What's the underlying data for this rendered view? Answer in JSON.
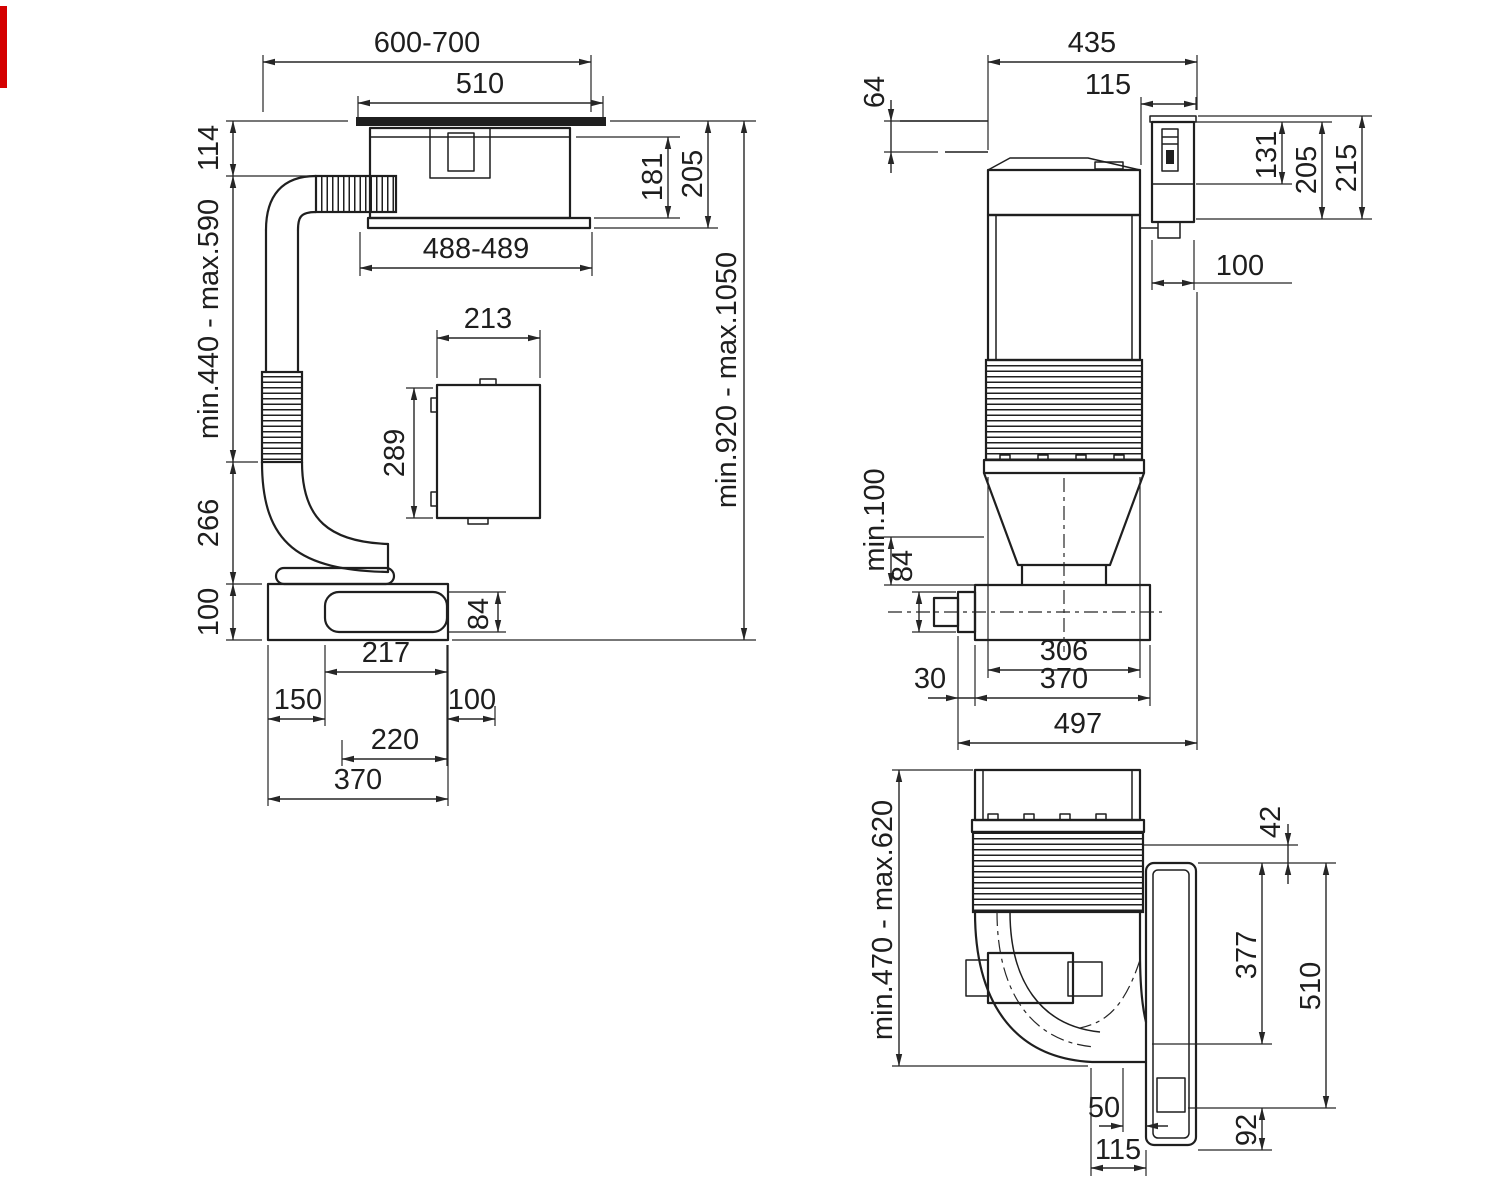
{
  "page": {
    "background": "#ffffff",
    "line_color": "#1f1f1f",
    "accent_mark_color": "#d40000"
  },
  "views": {
    "side": {
      "dims": {
        "width_range": "600-700",
        "hob_width": "510",
        "top_to_duct": "114",
        "duct_height_range": "min.440 - max.590",
        "elbow_height": "266",
        "base_height": "100",
        "unit_depth": "181",
        "overall_depth": "205",
        "cutout_width": "488-489",
        "box_width": "213",
        "box_height": "289",
        "overall_height_range": "min.920 - max.1050",
        "outlet_height": "84",
        "outlet_width": "217",
        "offset_left": "150",
        "offset_right": "100",
        "outlet_span": "220",
        "base_width": "370"
      }
    },
    "front": {
      "dims": {
        "top_width": "435",
        "panel_offset": "115",
        "worktop_clearance": "64",
        "switch_height": "131",
        "panel_height": "205",
        "panel_overall": "215",
        "panel_depth": "100",
        "min_clearance": "min.100",
        "outlet_height": "84",
        "body_width": "306",
        "duct_width": "370",
        "lip_depth": "30",
        "overall_width": "497"
      }
    },
    "lower": {
      "dims": {
        "height_range": "min.470 - max.620",
        "top_gap": "42",
        "panel_inner": "377",
        "panel_height": "510",
        "gap": "50",
        "duct_offset": "115",
        "bottom_gap": "92"
      }
    }
  }
}
